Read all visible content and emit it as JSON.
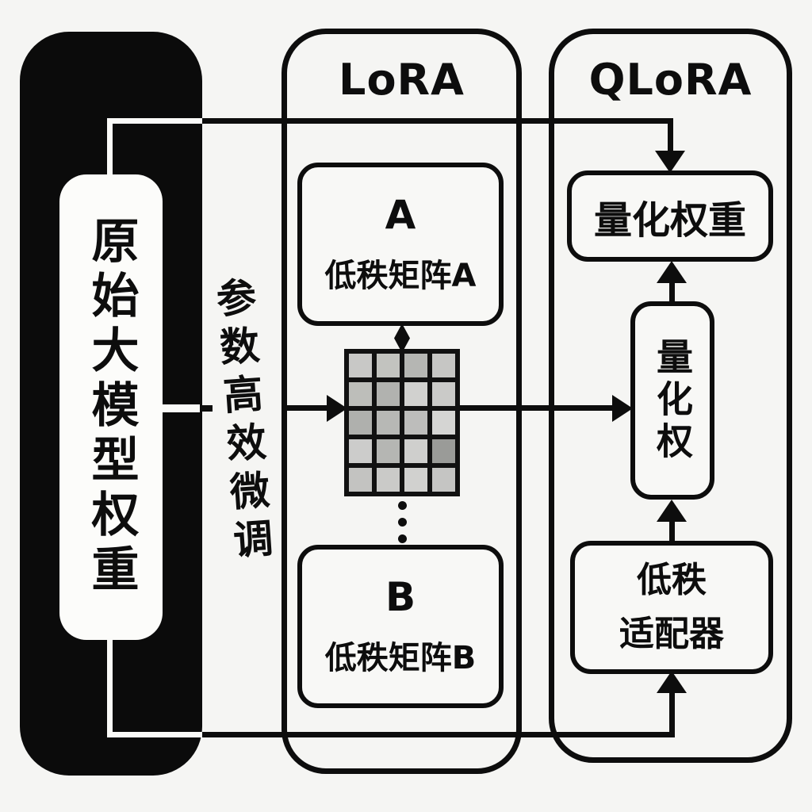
{
  "canvas": {
    "background": "#f5f5f3",
    "ink": "#0d0d0d"
  },
  "left_block": {
    "label": "原始大模型权重"
  },
  "peft_label": "参数高效微调",
  "lora": {
    "title": "LoRA",
    "box_a": {
      "letter": "A",
      "label": "低秩矩阵A"
    },
    "box_b": {
      "letter": "B",
      "label": "低秩矩阵B"
    },
    "matrix": {
      "rows": 5,
      "cols": 4,
      "cell_colors": [
        [
          "#c8c8c6",
          "#c2c3bf",
          "#b5b6b3",
          "#c6c6c4"
        ],
        [
          "#bdbeba",
          "#b1b2af",
          "#d1d1cf",
          "#cacac8"
        ],
        [
          "#afb0ad",
          "#b7b8b5",
          "#bdbdbb",
          "#d5d5d3"
        ],
        [
          "#cccccb",
          "#b5b6b3",
          "#cfcfcd",
          "#9a9b98"
        ],
        [
          "#c3c3c1",
          "#cacac8",
          "#d1d1cf",
          "#c5c5c3"
        ]
      ]
    }
  },
  "qlora": {
    "title": "QLoRA",
    "quantized_weights_label": "量化权重",
    "quantized_weight_vertical_label": "量化权",
    "adapter_line1": "低秩",
    "adapter_line2": "适配器"
  }
}
